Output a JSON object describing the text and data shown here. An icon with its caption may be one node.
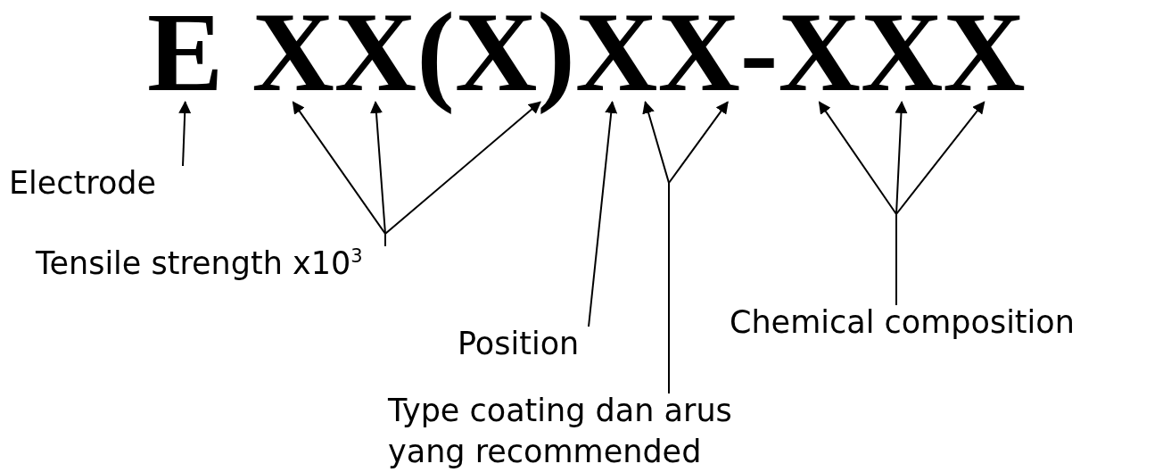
{
  "diagram": {
    "nodes": [
      {
        "text": [
          "E"
        ]
      },
      {
        "text": [
          "X"
        ]
      },
      {
        "text": [
          "X"
        ]
      },
      {
        "text": [
          "(X)"
        ]
      },
      {
        "text": [
          "X"
        ]
      },
      {
        "text": [
          "X"
        ]
      },
      {
        "text": [
          "X"
        ]
      },
      {
        "text": [
          "X"
        ]
      },
      {
        "text": [
          "X"
        ]
      },
      {
        "text": [
          "Electrode"
        ]
      },
      {
        "text": [
          "Tensile strength x10$^{3}$"
        ]
      },
      {
        "text": [
          "Position"
        ]
      },
      {
        "text": [
          "Chemical composition"
        ]
      },
      {
        "text": [
          "Type coating dan arus yang recommended"
        ]
      }
    ],
    "edges": [
      {
        "from": 9,
        "to": 0,
        "arrow": "to"
      },
      {
        "from": 10,
        "to": 1,
        "arrow": "to"
      },
      {
        "from": 10,
        "to": 2,
        "arrow": "to"
      },
      {
        "from": 10,
        "to": 3,
        "arrow": "to"
      },
      {
        "from": 11,
        "to": 4,
        "arrow": "to"
      },
      {
        "from": 13,
        "to": 4,
        "arrow": "to"
      },
      {
        "from": 13,
        "to": 5,
        "arrow": "to"
      },
      {
        "from": 12,
        "to": 6,
        "arrow": "to"
      },
      {
        "from": 12,
        "to": 7,
        "arrow": "to"
      },
      {
        "from": 12,
        "to": 8,
        "arrow": "to"
      }
    ],
    "labels": [
      "-"
    ]
  }
}
